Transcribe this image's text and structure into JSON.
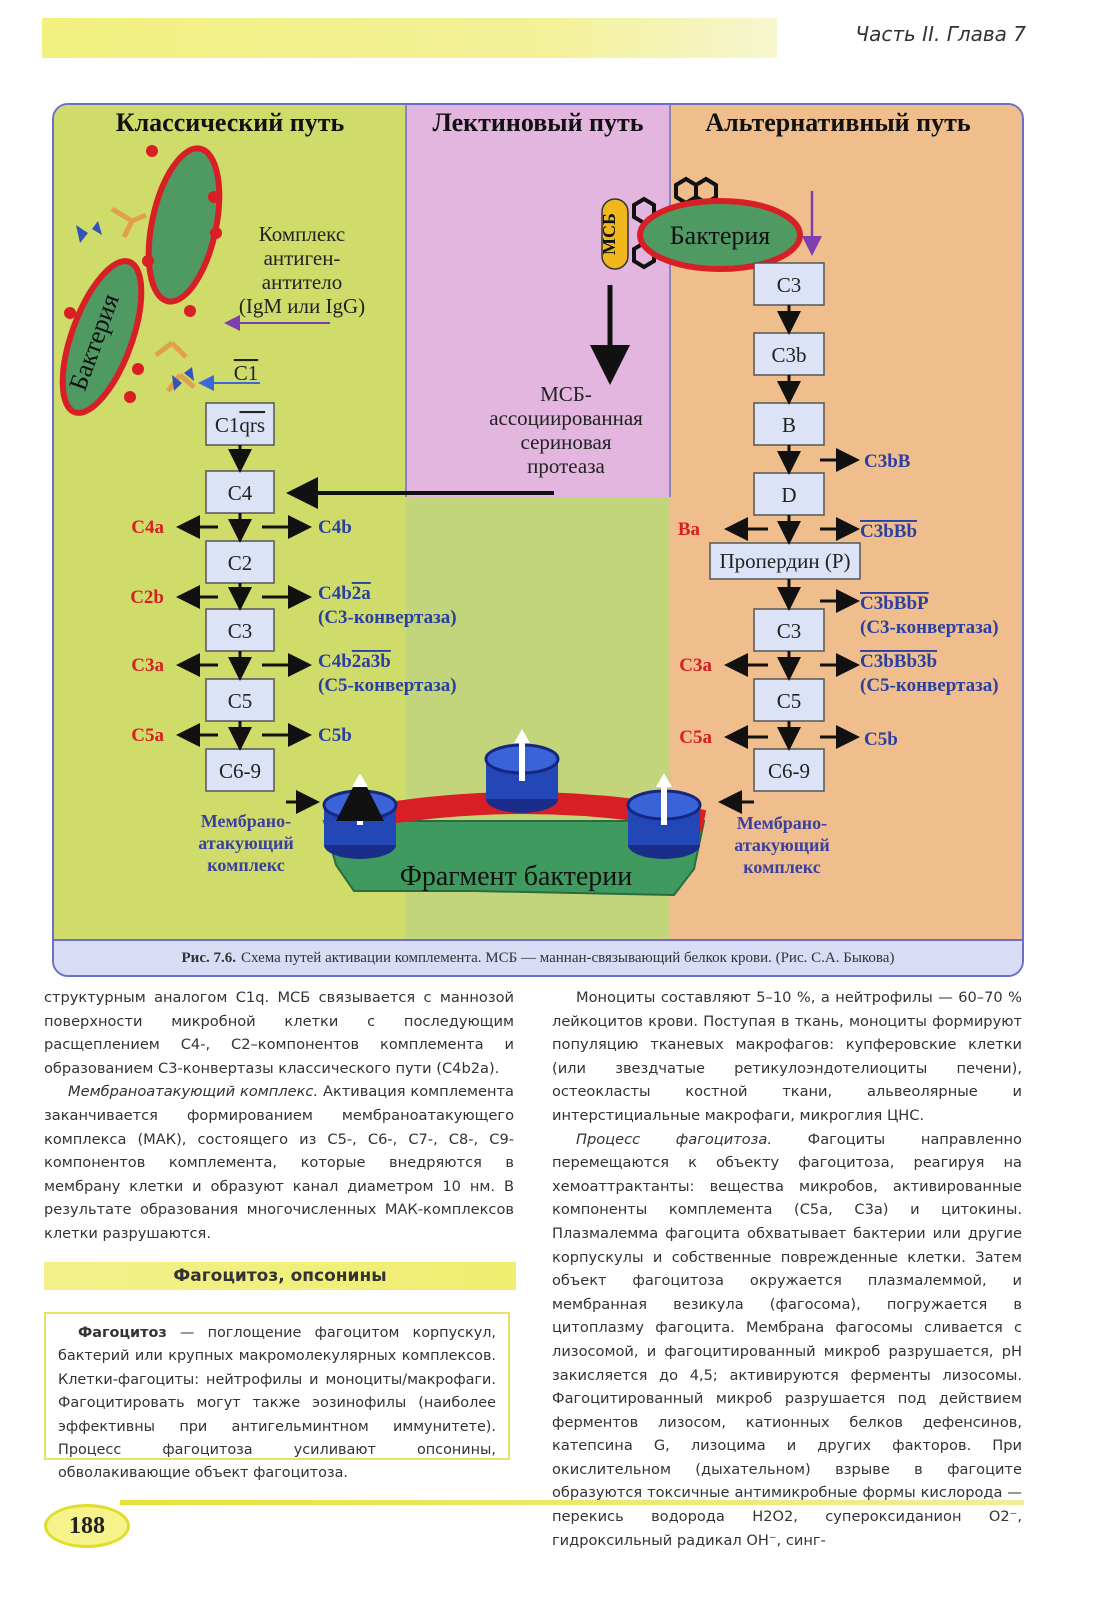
{
  "running_head": "Часть II. Глава 7",
  "figure": {
    "headers": {
      "classical": "Классический путь",
      "lectin": "Лектиновый путь",
      "alternative": "Альтернативный путь"
    },
    "bacterium": "Бактерия",
    "msb": "МСБ",
    "complex_label": [
      "Комплекс",
      "антиген-",
      "антитело",
      "(IgM или IgG)"
    ],
    "c1": "C1",
    "c1qrs": [
      "C1",
      "qrs"
    ],
    "lectin_protease": [
      "МСБ-",
      "ассоциированная",
      "сериновая",
      "протеаза"
    ],
    "classical_boxes": [
      "C4",
      "C2",
      "C3",
      "C5",
      "C6-9"
    ],
    "classical_left": [
      "C4a",
      "C2b",
      "C3a",
      "C5a"
    ],
    "classical_right": {
      "c4b": "C4b",
      "c4b2a_a": "C4b",
      "c4b2a_b": "2a",
      "c4b2a_note": "(C3-конвертаза)",
      "c4b2a3b_a": "C4b",
      "c4b2a3b_b": "2a3b",
      "c4b2a3b_note": "(C5-конвертаза)",
      "c5b": "C5b"
    },
    "alternative_boxes": [
      "C3",
      "C3b",
      "B",
      "D",
      "Пропердин (P)",
      "C3",
      "C5",
      "C6-9"
    ],
    "alternative_left": [
      "Ba",
      "C3a",
      "C5a"
    ],
    "alternative_right": {
      "c3bb_a": "C3b",
      "c3bb_b": "B",
      "c3bbb_a": "C3b",
      "c3bbb_b": "Bb",
      "c3bbbp": "C3bBbP",
      "c3_conv": "(C3-конвертаза)",
      "c3bbb3b": "C3bBb3b",
      "c5_conv": "(C5-конвертаза)",
      "c5b": "C5b"
    },
    "mac": [
      "Мембрано-",
      "атакующий",
      "комплекс"
    ],
    "fragment": "Фрагмент бактерии",
    "caption_label": "Рис. 7.6.",
    "caption_text": "Схема путей активации комплемента. МСБ — маннан-связывающий белкок крови. (Рис. С.А. Быкова)"
  },
  "left_column": {
    "p1": "структурным аналогом C1q. МСБ связывается с маннозой поверхности микробной клетки с последующим расщеплением C4-, C2–компонентов комплемента и образованием C3-конвертазы классического пути (C4b2a).",
    "p2_lead": "Мембраноатакующий комплекс.",
    "p2": " Активация комплемента заканчивается формированием мембраноатакующего комплекса (МАК), состоящего из C5-, C6-, C7-, C8-, C9-компонентов комплемента, которые внедряются в мембрану клетки и образуют канал диаметром 10 нм. В результате образования многочисленных МАК-комплексов клетки разрушаются."
  },
  "section_title": "Фагоцитоз, опсонины",
  "definition": {
    "term": "Фагоцитоз",
    "text": " — поглощение фагоцитом корпускул, бактерий или крупных макромолекулярных комплексов. Клетки-фагоциты: нейтрофилы и моноциты/макрофаги. Фагоцитировать могут также эозинофилы (наиболее эффективны при антигельминтном иммунитете). Процесс фагоцитоза усиливают опсонины, обволакивающие объект фагоцитоза."
  },
  "right_column": {
    "p1": "Моноциты составляют 5–10 %, а нейтрофилы — 60–70 % лейкоцитов крови. Поступая в ткань, моноциты формируют популяцию тканевых макрофагов: купферовские клетки (или звездчатые ретикулоэндотелиоциты печени), остеокласты костной ткани, альвеолярные и интерстициальные макрофаги, микроглия ЦНС.",
    "p2_lead": "Процесс фагоцитоза.",
    "p2": " Фагоциты направленно перемещаются к объекту фагоцитоза, реагируя на хемоаттрактанты: вещества микробов, активированные компоненты комплемента (C5a, C3a) и цитокины. Плазмалемма фагоцита обхватывает бактерии или другие корпускулы и собственные поврежденные клетки. Затем объект фагоцитоза окружается плазмалеммой, и мембранная везикула (фагосома), погружается в цитоплазму фагоцита. Мембрана фагосомы сливается с лизосомой, и фагоцитированный микроб разрушается, pH закисляется до 4,5; активируются ферменты лизосомы. Фагоцитированный микроб разрушается под действием ферментов лизосом, катионных белков дефенсинов, катепсина G, лизоцима и других факторов. При окислительном (дыхательном) взрыве в фагоците образуются токсичные антимикробные формы кислорода — перекись водорода H2O2, супероксиданион O2⁻, гидроксильный радикал OH⁻, синг-"
  },
  "page_number": "188"
}
